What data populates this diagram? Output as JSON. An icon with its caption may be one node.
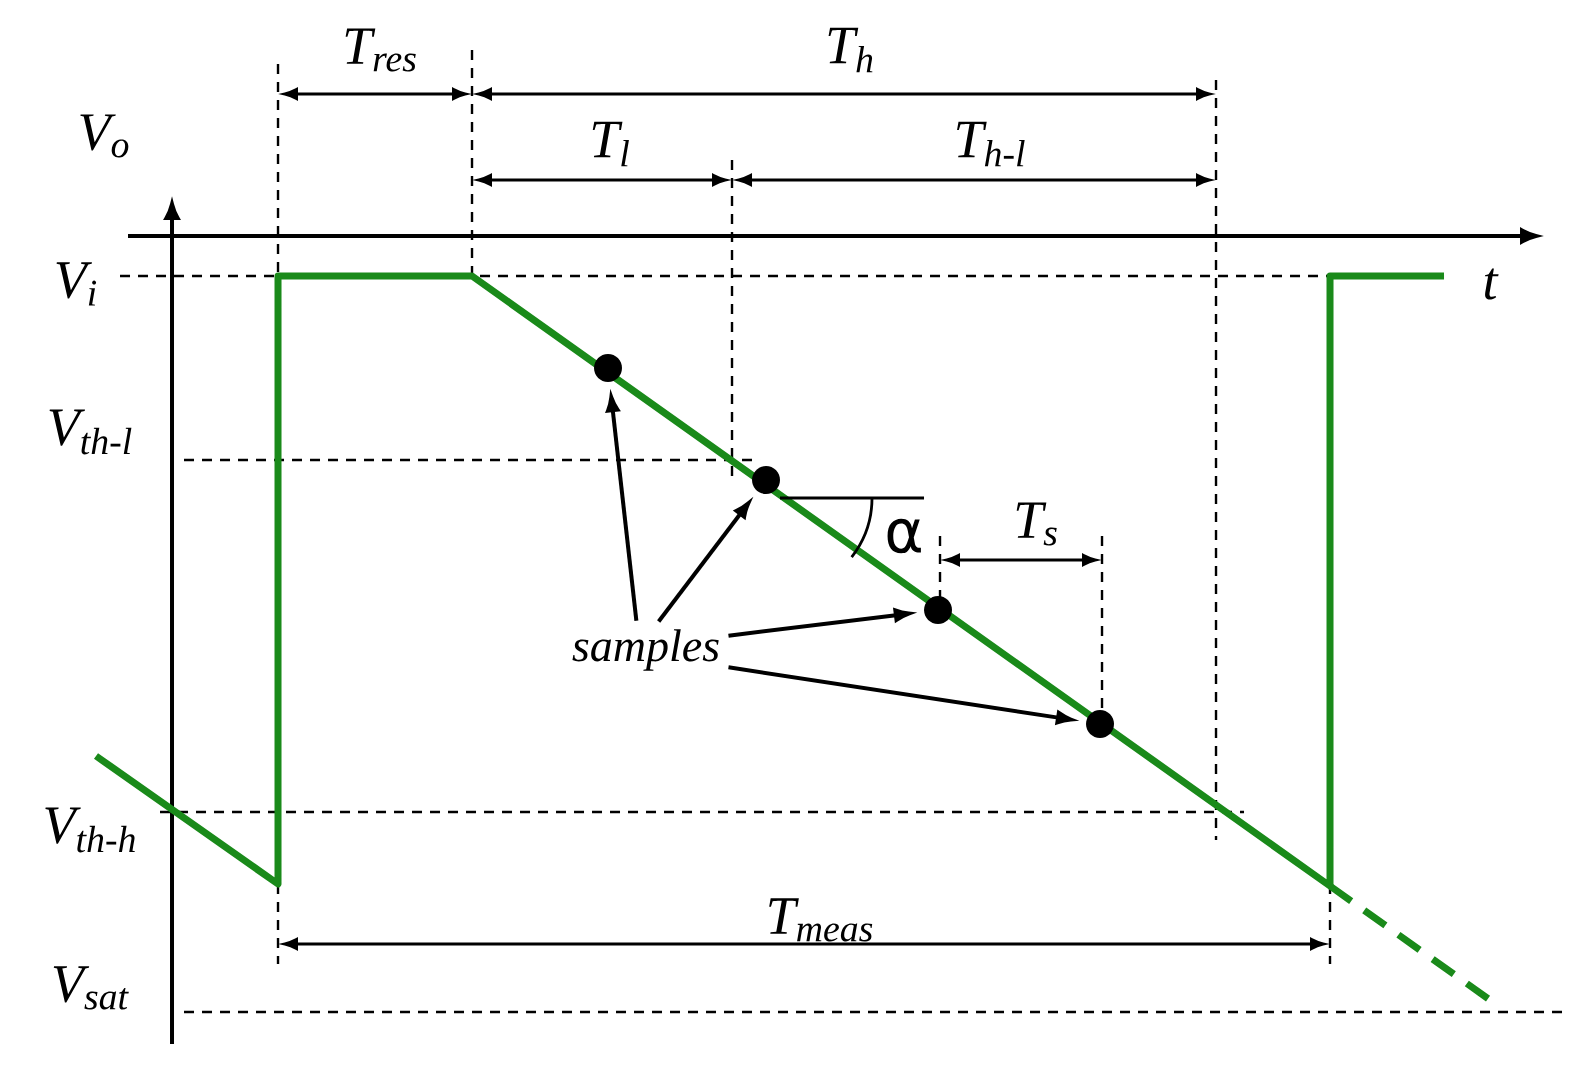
{
  "diagram": {
    "nodes": [
      {
        "text": [
          "samples"
        ]
      },
      {
        "text": [],
        "shape": "circle"
      },
      {
        "text": [],
        "shape": "circle"
      },
      {
        "text": [],
        "shape": "circle"
      },
      {
        "text": [],
        "shape": "circle"
      }
    ],
    "edges": [
      {
        "from": 0,
        "to": 1,
        "arrow": "to"
      },
      {
        "from": 0,
        "to": 2,
        "arrow": "to"
      },
      {
        "from": 0,
        "to": 3,
        "arrow": "to"
      },
      {
        "from": 0,
        "to": 4,
        "arrow": "to"
      }
    ],
    "labels": [
      "T$_{res}$",
      "T$_{h}$",
      "V$_{o}$",
      "T$_{l}$",
      "T$_{h-l}$",
      "t",
      "V$_{i}$",
      "V$_{th-l}$",
      "α",
      "T$_{s}$",
      "V$_{th-h}$",
      "T$_{meas}$",
      "V$_{sat}$"
    ]
  }
}
